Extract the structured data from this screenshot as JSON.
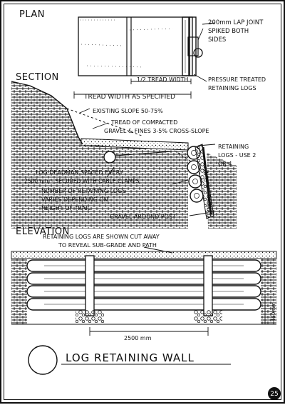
{
  "sections": {
    "plan": "PLAN",
    "section": "SECTION",
    "elevation": "ELEVATION"
  },
  "plan": {
    "lap_joint_line1": "200mm LAP JOINT",
    "lap_joint_line2": "SPIKED BOTH",
    "lap_joint_line3": "SIDES",
    "half_tread": "1/2 TREAD WIDTH",
    "pressure_line1": "PRESSURE TREATED",
    "pressure_line2": "RETAINING LOGS",
    "tread_width": "TREAD WIDTH AS SPECIFIED"
  },
  "section": {
    "existing_slope": "EXISTING SLOPE 50-75%",
    "tread_line1": "TREAD OF COMPACTED",
    "tread_line2": "GRAVEL & FINES 3-5% CROSS-SLOPE",
    "retaining_line1": "RETAINING",
    "retaining_line2": "LOGS - USE 2",
    "retaining_line3": "OR 4",
    "deadman_line1": "LOG DEADMAN SPACED EVERY",
    "deadman_line2": "2500 mm - SECURED WITH CABLE CLAMPS",
    "number_line1": "NUMBER OF RETAINING LOGS",
    "number_line2": "VARIES DEPENDING ON",
    "number_line3": "HEIGHT OF TRAIL",
    "gravel_post": "GRAVEL AROUND POST"
  },
  "elevation": {
    "cutaway_line1": "RETAINING LOGS ARE SHOWN CUT AWAY",
    "cutaway_line2": "TO REVEAL SUB-GRADE AND PATH",
    "span_dim": "2500 mm",
    "height_dim": "450mm"
  },
  "title": "LOG RETAINING WALL",
  "page_number": "25"
}
